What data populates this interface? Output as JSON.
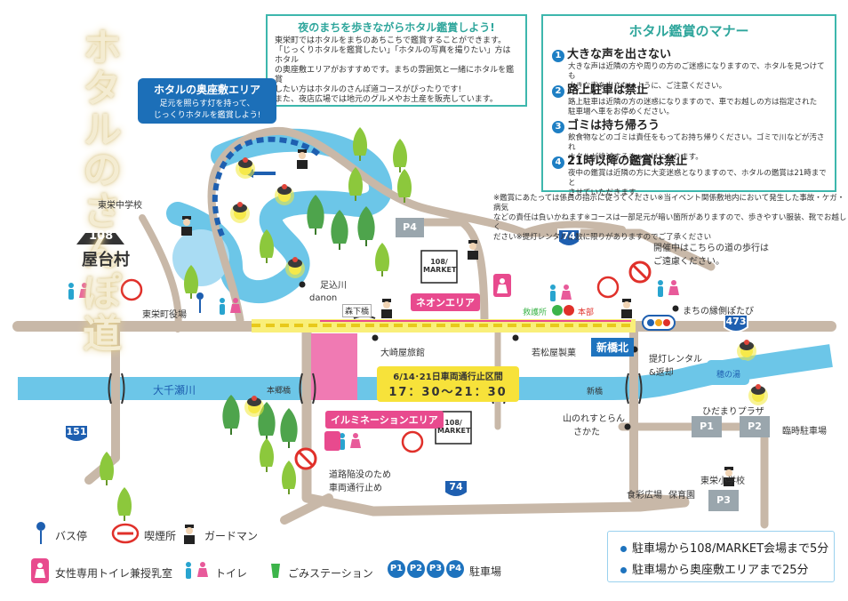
{
  "title": "ホタルのさんぽ道",
  "intro": {
    "heading": "夜のまちを歩きながらホタル鑑賞しよう!",
    "lines": [
      "東栄町ではホタルをまちのあちこちで鑑賞することができます。",
      "「じっくりホタルを鑑賞したい」「ホタルの写真を撮りたい」方はホタル",
      "の奥座敷エリアがおすすめです。まちの雰囲気と一緒にホタルを鑑賞",
      "したい方はホタルのさんぽ道コースがぴったりです!",
      "また、夜店広場では地元のグルメやお土産を販売しています。"
    ]
  },
  "manners": {
    "heading": "ホタル鑑賞のマナー",
    "items": [
      {
        "num": "1",
        "title": "大きな声を出さない",
        "desc": [
          "大きな声は近隣の方や周りの方のご迷惑になりますので、ホタルを見つけても",
          "大きな声を出さないように、ご注意ください。"
        ]
      },
      {
        "num": "2",
        "title": "路上駐車は禁止",
        "desc": [
          "路上駐車は近隣の方の迷惑になりますので、車でお越しの方は指定された",
          "駐車場へ車をお停めください。"
        ]
      },
      {
        "num": "3",
        "title": "ゴミは持ち帰ろう",
        "desc": [
          "飲食物などのゴミは責任をもってお持ち帰りください。ゴミで川などが汚され",
          "ホタルが絶滅するきっかけになります。"
        ]
      },
      {
        "num": "4",
        "title": "21時以降の鑑賞は禁止",
        "desc": [
          "夜中の鑑賞は近隣の方に大変迷惑となりますので、ホタルの鑑賞は21時までと",
          "させていただきます。"
        ]
      }
    ]
  },
  "notes": [
    "※鑑賞にあたっては係員の指示に従ってください※当イベント関係敷地内において発生した事故・ケガ・病気",
    "などの責任は負いかねます※コースは一部足元が暗い箇所がありますので、歩きやすい服装、靴でお越しく",
    "ださい※提灯レンタルは数に限りがありますのでご了承ください"
  ],
  "okuzashiki_callout": {
    "title": "ホタルの奥座敷エリア",
    "lines": [
      "足元を照らす灯を持って、",
      "じっくりホタルを鑑賞しよう!"
    ]
  },
  "neon_area": "ネオンエリア",
  "illumination_area": "イルミネーションエリア",
  "closure": {
    "dates": "6/14･21日車両通行止区間",
    "times": "17：30～21：30"
  },
  "walk_notice": [
    "開催中はこちらの道の歩行は",
    "ご遠慮ください。"
  ],
  "road_closed": [
    "道路陥没のため",
    "車両通行止め"
  ],
  "place_labels": {
    "school_east_jr": "東栄中学校",
    "yataimura_num": "108",
    "yataimura": "屋台村",
    "bus_stop": "東栄町役場",
    "ashikomigawa": "足込川",
    "danon": "danon",
    "morishita": "森下橋",
    "osakiya": "大崎屋旅館",
    "wakamatsuya": "若松屋製菓",
    "kyugosho": "救護所",
    "honbu": "本部",
    "shinbashi_kita": "新橋北",
    "engawa": "まちの縁側ぽたび",
    "lantern": [
      "提灯レンタル",
      "&返却"
    ],
    "ohchisegawa": "大千瀬川",
    "honjobashi": "本郷橋",
    "shinbashi": "新橋",
    "yamanore": [
      "山のれすとらん",
      "さかた"
    ],
    "hidamari": "ひだまりプラザ",
    "rinji": "臨時駐車場",
    "elementary": "東栄小学校",
    "shokuzai": "食彩広場",
    "hoikuen": "保育園",
    "ho_no_yu": "穂の湯",
    "market": [
      "108/",
      "MARKET"
    ]
  },
  "routes": [
    "74",
    "473",
    "151",
    "74"
  ],
  "parking": [
    "P1",
    "P2",
    "P3",
    "P4"
  ],
  "legend": {
    "bus": "バス停",
    "smoking": "喫煙所",
    "guard": "ガードマン",
    "women_toilet": "女性専用トイレ兼授乳室",
    "toilet": "トイレ",
    "garbage": "ごみステーション",
    "parking_label": "駐車場"
  },
  "parking_info": [
    "駐車場から108/MARKET会場まで5分",
    "駐車場から奥座敷エリアまで25分"
  ],
  "colors": {
    "teal": "#3db7ad",
    "river": "#6cc6e8",
    "road": "#c8b8a8",
    "pink_badge": "#e84a8e",
    "blue_callout": "#1c6fb8",
    "parking_blue": "#1e73be",
    "yellow_closure": "#f2dc2a",
    "tree_green": "#8cc83c"
  }
}
